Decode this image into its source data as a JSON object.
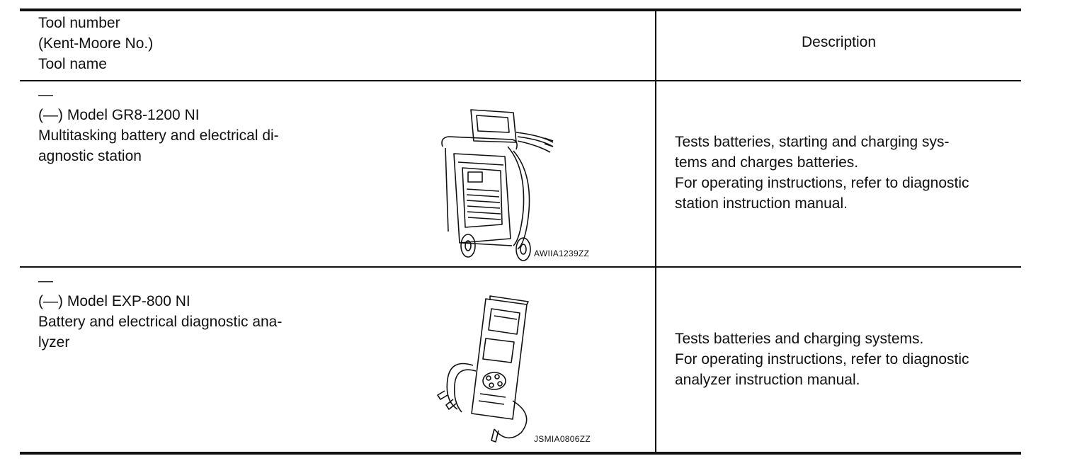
{
  "header": {
    "left_lines": [
      "Tool number",
      "(Kent-Moore No.)",
      "Tool name"
    ],
    "right": "Description"
  },
  "rows": [
    {
      "lines": [
        "—",
        "(—) Model GR8-1200 NI",
        "Multitasking battery and electrical di-",
        "agnostic station"
      ],
      "image_code": "AWIIA1239ZZ",
      "image_icon": "battery-diagnostic-station-icon",
      "description": [
        "Tests batteries, starting and charging sys-",
        "tems and charges batteries.",
        "For operating instructions, refer to diagnostic",
        "station instruction manual."
      ]
    },
    {
      "lines": [
        "—",
        "(—) Model EXP-800 NI",
        "Battery and electrical diagnostic ana-",
        "lyzer"
      ],
      "image_code": "JSMIA0806ZZ",
      "image_icon": "battery-analyzer-icon",
      "description": [
        "Tests batteries and charging systems.",
        "For operating instructions, refer to diagnostic",
        "analyzer instruction manual."
      ]
    }
  ]
}
